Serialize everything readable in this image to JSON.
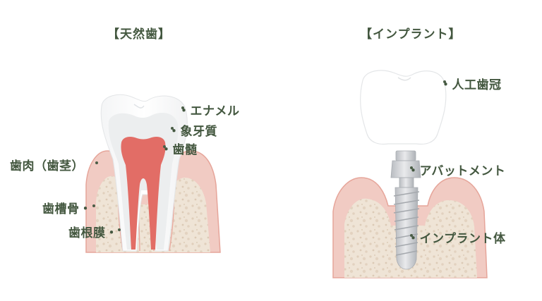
{
  "natural": {
    "title": "【天然歯】",
    "labels": {
      "enamel": "・エナメル",
      "dentin": "・象牙質",
      "pulp": "・歯髄",
      "gum": "歯肉（歯茎）",
      "alveolar_bone": "歯槽骨・",
      "periodontal_ligament": "歯根膜・"
    }
  },
  "implant": {
    "title": "【インプラント】",
    "labels": {
      "crown": "・人工歯冠",
      "abutment": "・アバットメント",
      "fixture": "・インプラント体"
    }
  },
  "colors": {
    "gum": "#f1cbc3",
    "gum_edge": "#e6a59a",
    "bone": "#efe4d6",
    "enamel": "#ffffff",
    "dentin": "#eceeef",
    "pulp": "#e26d66",
    "metal": "#c9ccd0",
    "text": "#43573f"
  }
}
